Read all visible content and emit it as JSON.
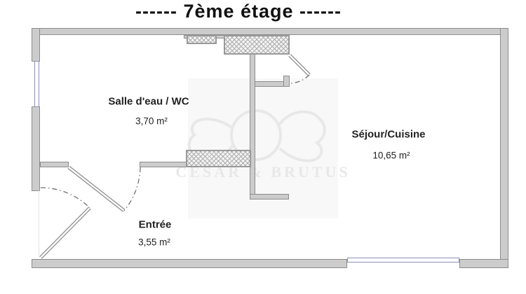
{
  "title": "------  7ème étage  ------",
  "rooms": [
    {
      "name": "Salle d'eau / WC",
      "area": "3,70 m²"
    },
    {
      "name": "Séjour/Cuisine",
      "area": "10,65 m²"
    },
    {
      "name": "Entrée",
      "area": "3,55 m²"
    }
  ],
  "watermark": {
    "text": "CÉSAR & BRUTUS"
  },
  "colors": {
    "wall_fill": "#cccccc",
    "wall_edge": "#8d8d8d",
    "window": "#8b90b4",
    "title_color": "#111111",
    "label_color": "#222222",
    "watermark_color": "#e8e8e8",
    "arc_color": "#6f6f6f"
  }
}
